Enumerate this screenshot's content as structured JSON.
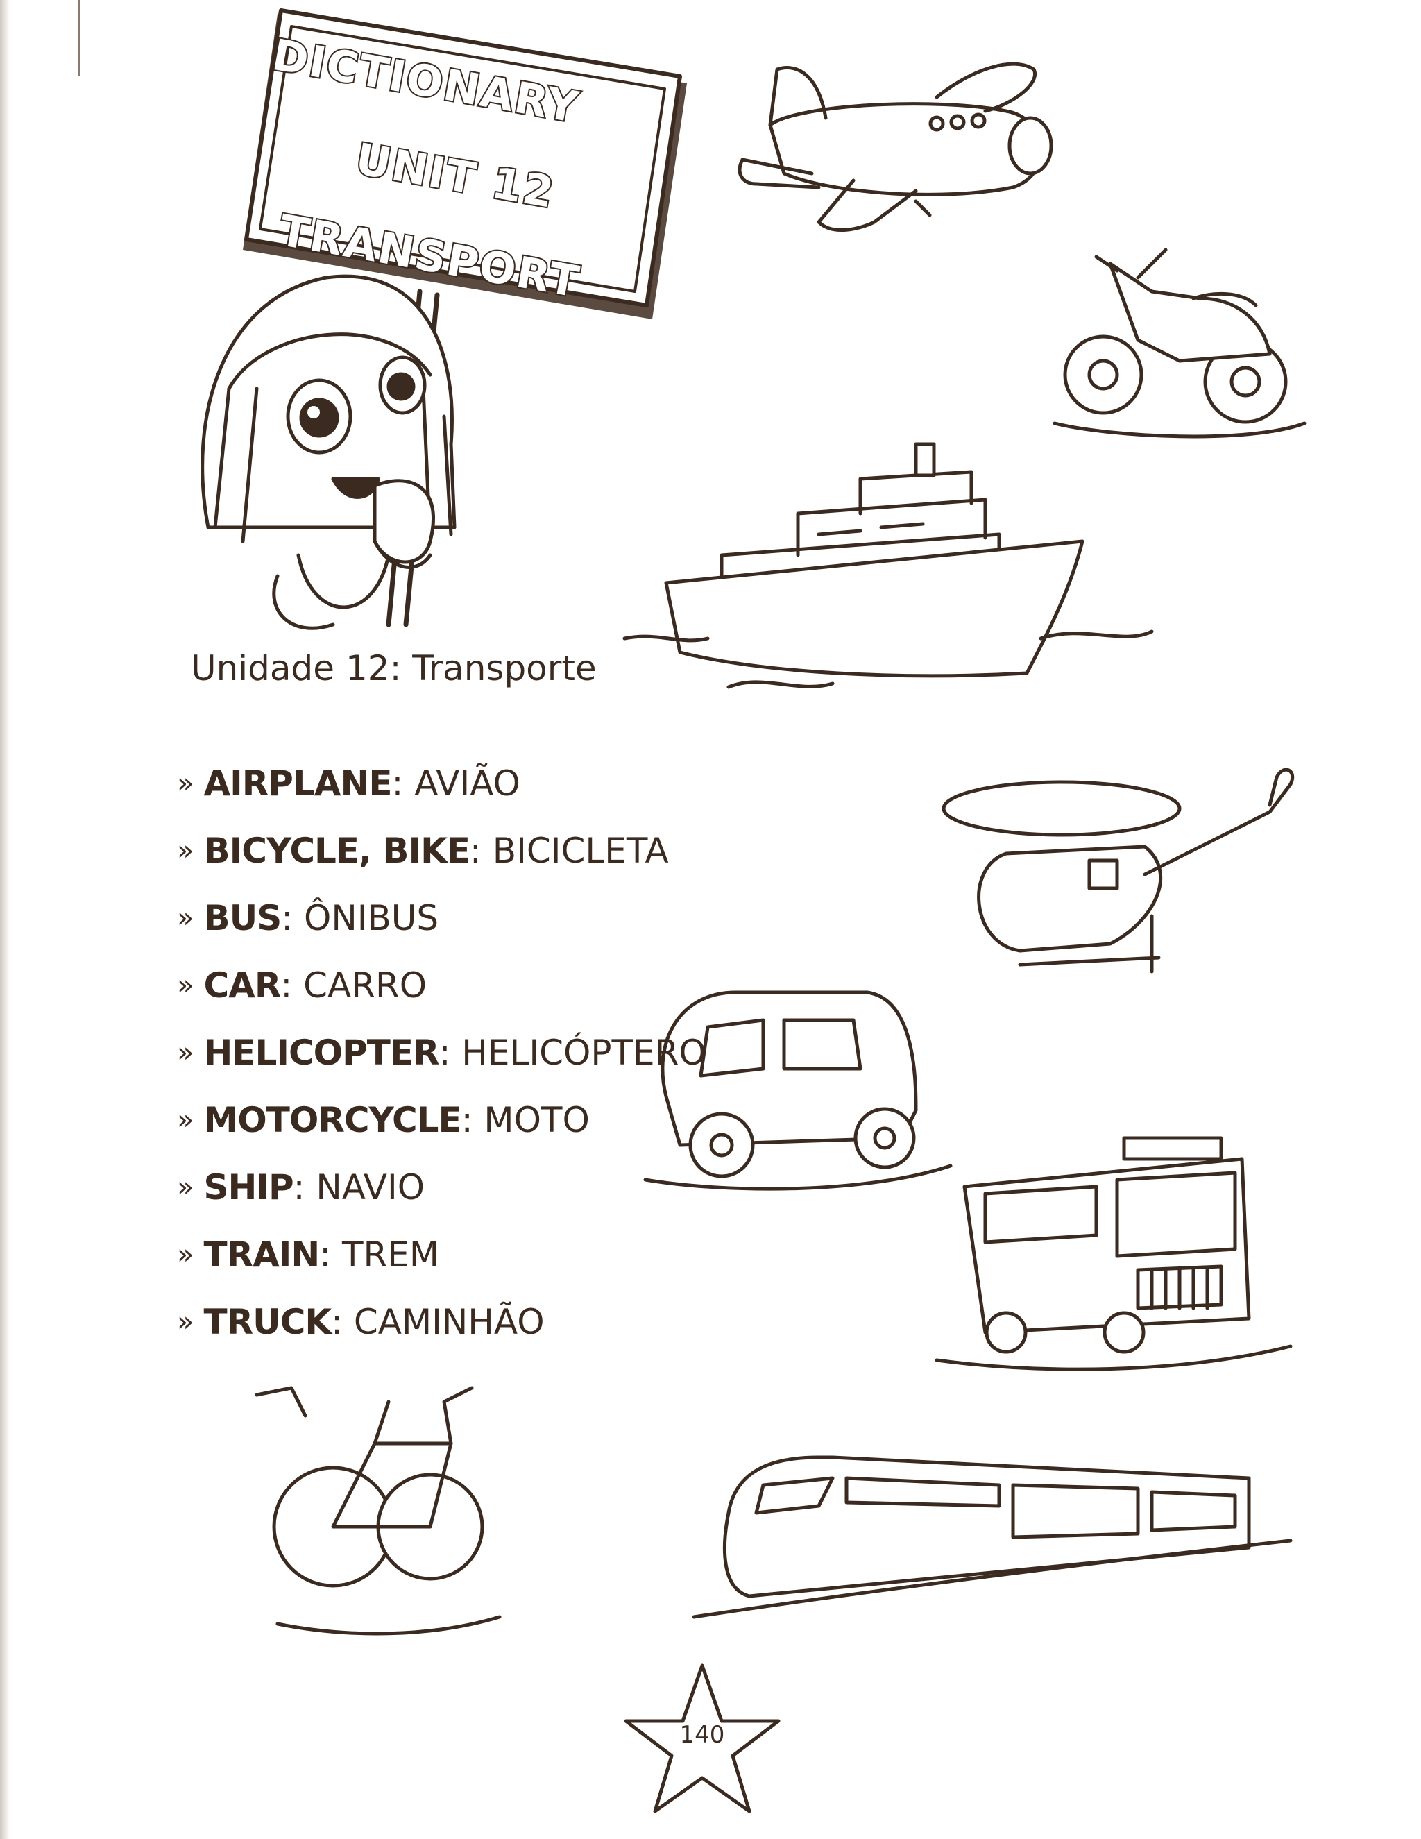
{
  "sign": {
    "line1": "DICTIONARY",
    "line2": "UNIT 12",
    "line3": "TRANSPORT"
  },
  "subtitle": "Unidade 12: Transporte",
  "vocabulary": [
    {
      "bullet": "»",
      "english": "AIRPLANE",
      "portuguese": ": AVIÃO"
    },
    {
      "bullet": "»",
      "english": "BICYCLE, BIKE",
      "portuguese": ": BICICLETA"
    },
    {
      "bullet": "»",
      "english": "BUS",
      "portuguese": ": ÔNIBUS"
    },
    {
      "bullet": "»",
      "english": "CAR",
      "portuguese": ": CARRO"
    },
    {
      "bullet": "»",
      "english": "HELICOPTER",
      "portuguese": ": HELICÓPTERO"
    },
    {
      "bullet": "»",
      "english": "MOTORCYCLE",
      "portuguese": ": MOTO"
    },
    {
      "bullet": "»",
      "english": "SHIP",
      "portuguese": ": NAVIO"
    },
    {
      "bullet": "»",
      "english": "TRAIN",
      "portuguese": ": TREM"
    },
    {
      "bullet": "»",
      "english": "TRUCK",
      "portuguese": ": CAMINHÃO"
    }
  ],
  "page_number": "140",
  "colors": {
    "ink": "#3a2a20",
    "paper": "#ffffff"
  }
}
